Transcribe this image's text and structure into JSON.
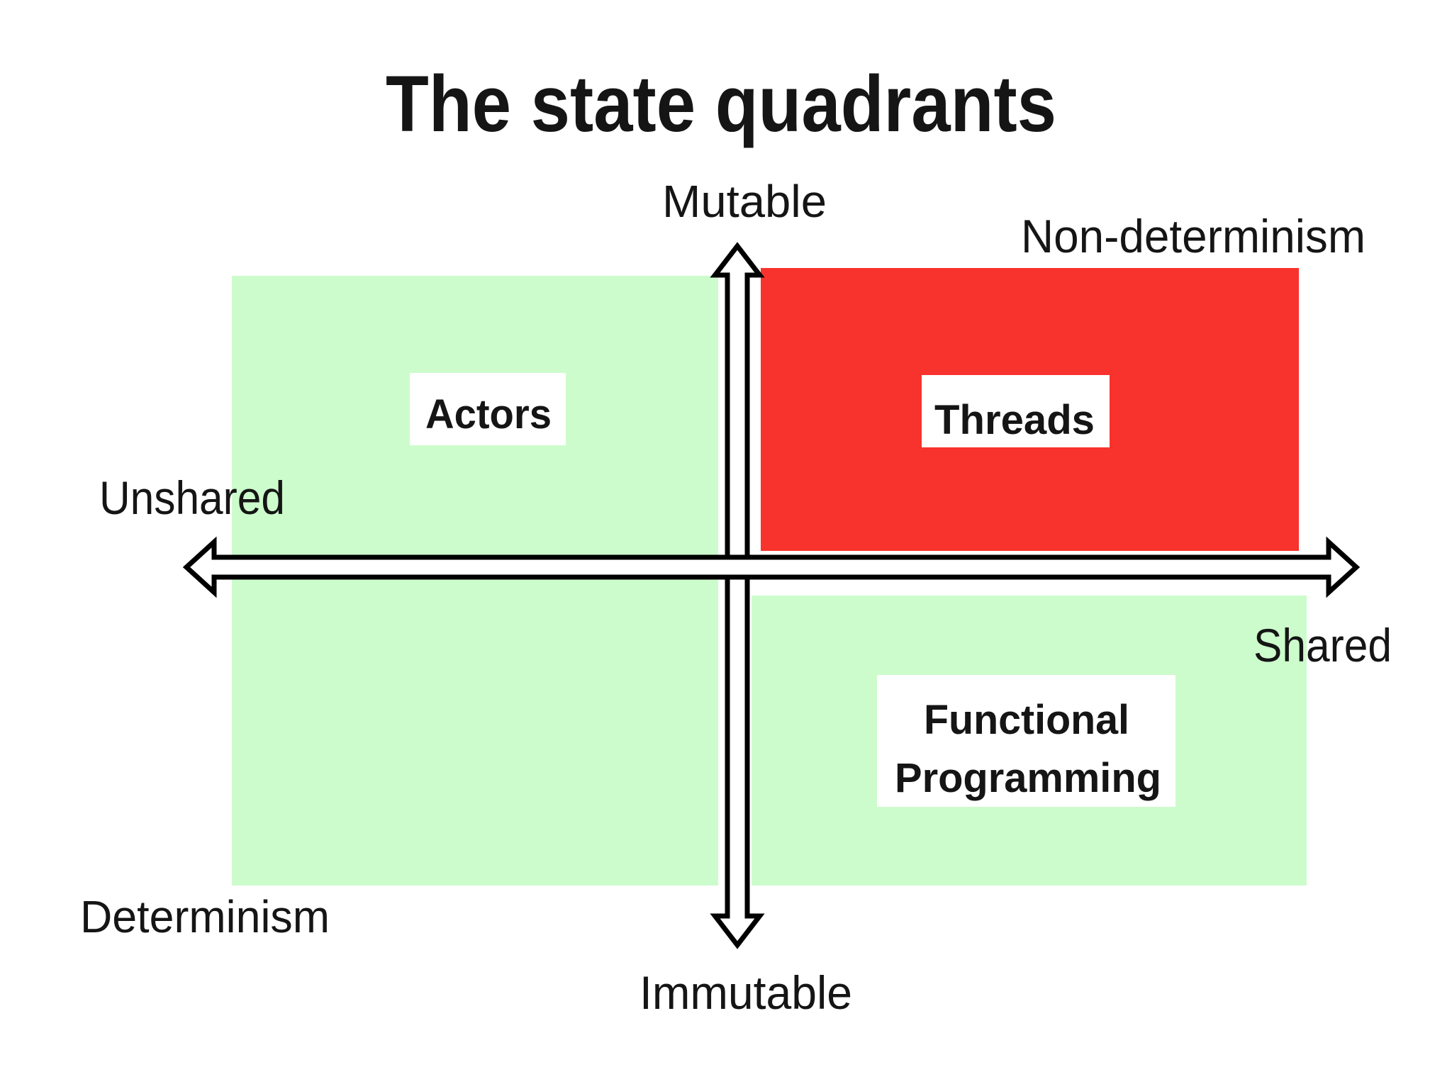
{
  "slide": {
    "title": "The state quadrants"
  },
  "axes": {
    "top_label": "Mutable",
    "bottom_label": "Immutable",
    "left_label": "Unshared",
    "right_label": "Shared"
  },
  "quadrant_labels": {
    "top_left": "Actors",
    "top_right": "Threads",
    "bottom_right_line1": "Functional",
    "bottom_right_line2": "Programming"
  },
  "annotations": {
    "non_determinism": "Non-determinism",
    "determinism": "Determinism"
  },
  "colors": {
    "quadrant_green": "#cdfccc",
    "quadrant_red": "#f8322d",
    "non_determinism_red": "#f51d24",
    "determinism_green": "#8cc659",
    "ink": "#151515",
    "label_box_white": "#ffffff"
  }
}
